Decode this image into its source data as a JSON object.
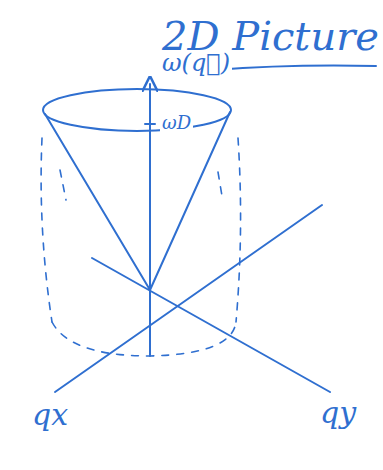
{
  "diagram": {
    "title": "2D Picture",
    "labels": [
      "ω(q⃗)",
      "ωD",
      "qx",
      "qy"
    ]
  }
}
